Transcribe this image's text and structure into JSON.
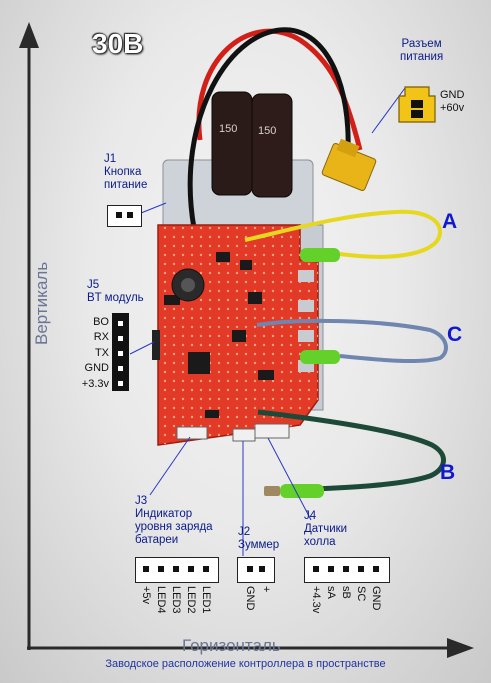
{
  "title": "30В",
  "axes": {
    "vertical": "Вертикаль",
    "horizontal": "Горизонталь"
  },
  "power_connector": {
    "line1": "Разъем",
    "line2": "питания",
    "pins": [
      "GND",
      "+60v"
    ]
  },
  "j1": {
    "id": "J1",
    "line1": "Кнопка",
    "line2": "питание"
  },
  "j5": {
    "id": "J5",
    "line1": "BT модуль",
    "pins": [
      "BO",
      "RX",
      "TX",
      "GND",
      "+3.3v"
    ]
  },
  "phases": [
    "A",
    "C",
    "B"
  ],
  "j3": {
    "id": "J3",
    "line1": "Индикатор",
    "line2": "уровня заряда",
    "line3": "батареи",
    "pins": [
      "+5v",
      "LED4",
      "LED3",
      "LED2",
      "LED1"
    ]
  },
  "j2": {
    "id": "J2",
    "line1": "Зуммер",
    "pins": [
      "GND",
      "+"
    ]
  },
  "j4": {
    "id": "J4",
    "line1": "Датчики",
    "line2": "холла",
    "pins": [
      "+4.3v",
      "sA",
      "sB",
      "SC",
      "GND"
    ]
  },
  "caption": "Заводское расположение контроллера в пространстве",
  "colors": {
    "label_text": "#0a1a8a",
    "phase_label": "#1018d0",
    "axis_label": "#6a7696",
    "board": "#e23a26",
    "phase_wire_yellow": "#e6d81e",
    "phase_wire_blue": "#6f86b0",
    "phase_wire_green": "#1d4a38",
    "sleeve": "#64d02a",
    "power_socket": "#f2c418"
  }
}
